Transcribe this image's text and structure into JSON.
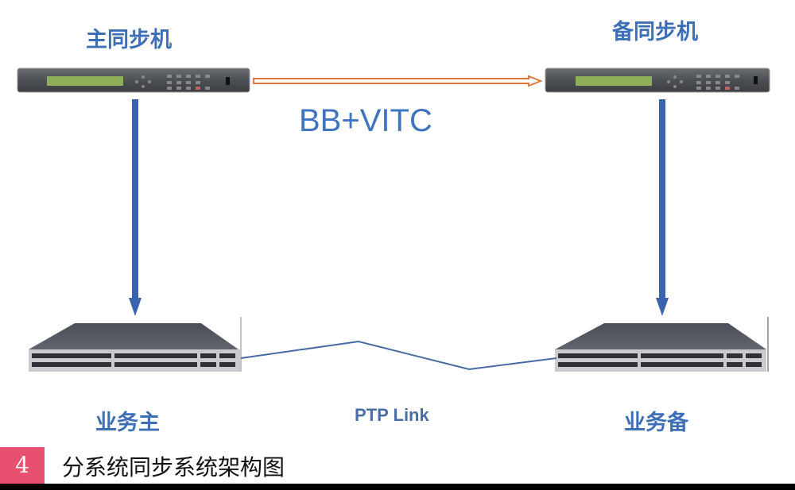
{
  "diagram": {
    "nodes": {
      "master_sync": "主同步机",
      "backup_sync": "备同步机",
      "business_master": "业务主",
      "business_backup": "业务备"
    },
    "links": {
      "sync_link": "BB+VITC",
      "ptp_link": "PTP Link"
    },
    "colors": {
      "label_blue": "#3d6fb6",
      "arrow_blue": "#3b62ad",
      "sync_arrow_orange": "#e07a3c",
      "ptp_line": "#4a6aa5",
      "caption_badge": "#e8506f"
    }
  },
  "caption": {
    "number": "4",
    "text": "分系统同步系统架构图"
  }
}
